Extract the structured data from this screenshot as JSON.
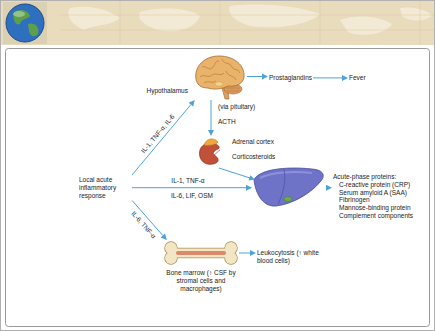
{
  "diagram": {
    "nodes": [
      {
        "text": [
          "Local acute inflammatory response"
        ]
      },
      {
        "text": [
          "Hypothalamus"
        ]
      },
      {
        "text": [
          "Prostaglandins"
        ]
      },
      {
        "text": [
          "Fever"
        ]
      },
      {
        "text": [
          "Adrenal cortex"
        ]
      },
      {
        "text": [
          "Acute-phase proteins:",
          "C-reactive protein (CRP)",
          "Serum amyloid A (SAA)",
          "Fibrinogen",
          "Mannose-binding protein",
          "Complement components"
        ]
      },
      {
        "text": [
          "Bone marrow (↑ CSF by stromal cells and macrophages)"
        ]
      },
      {
        "text": [
          "Leukocytosis (↑ white blood cells)"
        ]
      }
    ],
    "edges": [
      {
        "from": 0,
        "to": 1,
        "label": "IL-1, TNF-α, IL-6",
        "arrow": "to"
      },
      {
        "from": 1,
        "to": 2,
        "arrow": "to"
      },
      {
        "from": 2,
        "to": 3,
        "arrow": "to"
      },
      {
        "from": 1,
        "to": 4,
        "label": "ACTH",
        "arrow": "to"
      },
      {
        "from": 0,
        "to": 5,
        "label": "IL-1, TNF-α",
        "arrow": "to"
      },
      {
        "from": 0,
        "to": 6,
        "label": "IL-6, TNF-α",
        "arrow": "to"
      },
      {
        "from": 6,
        "to": 7,
        "arrow": "to"
      }
    ],
    "labels": [
      "(via pituitary)",
      "Corticosteroids",
      "IL-6, LIF, OSM"
    ]
  }
}
